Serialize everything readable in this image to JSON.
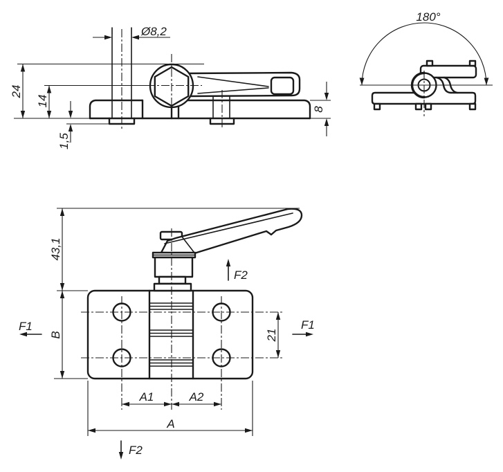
{
  "drawing": {
    "background": "#ffffff",
    "line_color": "#1a1a1a",
    "views": {
      "side": {
        "dims": {
          "diameter": "Ø8,2",
          "total_height": "24",
          "center_height": "14",
          "boss_height": "1,5",
          "leaf_thickness": "8"
        }
      },
      "swing": {
        "opening_angle": "180°"
      },
      "front": {
        "dims": {
          "lever_height": "43,1",
          "plate_height": "B",
          "hole_pitch": "21",
          "a1": "A1",
          "a2": "A2",
          "total_width": "A"
        },
        "forces": {
          "f1": "F1",
          "f2": "F2"
        }
      }
    }
  }
}
